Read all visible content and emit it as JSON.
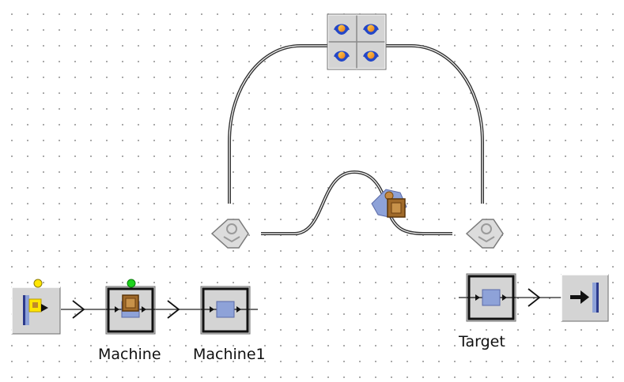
{
  "labels": {
    "machine": "Machine",
    "machine1": "Machine1",
    "target": "Target"
  },
  "colors": {
    "object_face": "#d4d4d4",
    "object_bevel_dark": "#6d6d6d",
    "inner_block": "#8ea2d8",
    "part_brown": "#a06a2a",
    "status_yellow": "#ffe600",
    "status_green": "#1ed31e",
    "track": "#3a3a3a"
  },
  "icons": {
    "source": "source-icon",
    "machine": "machine-icon",
    "machine1": "machine1-icon",
    "target": "target-icon",
    "drain": "drain-icon",
    "agv_pool": "agv-pool-icon",
    "transfer_left": "transfer-station-icon",
    "transfer_right": "transfer-station-icon",
    "vehicle": "vehicle-icon"
  }
}
